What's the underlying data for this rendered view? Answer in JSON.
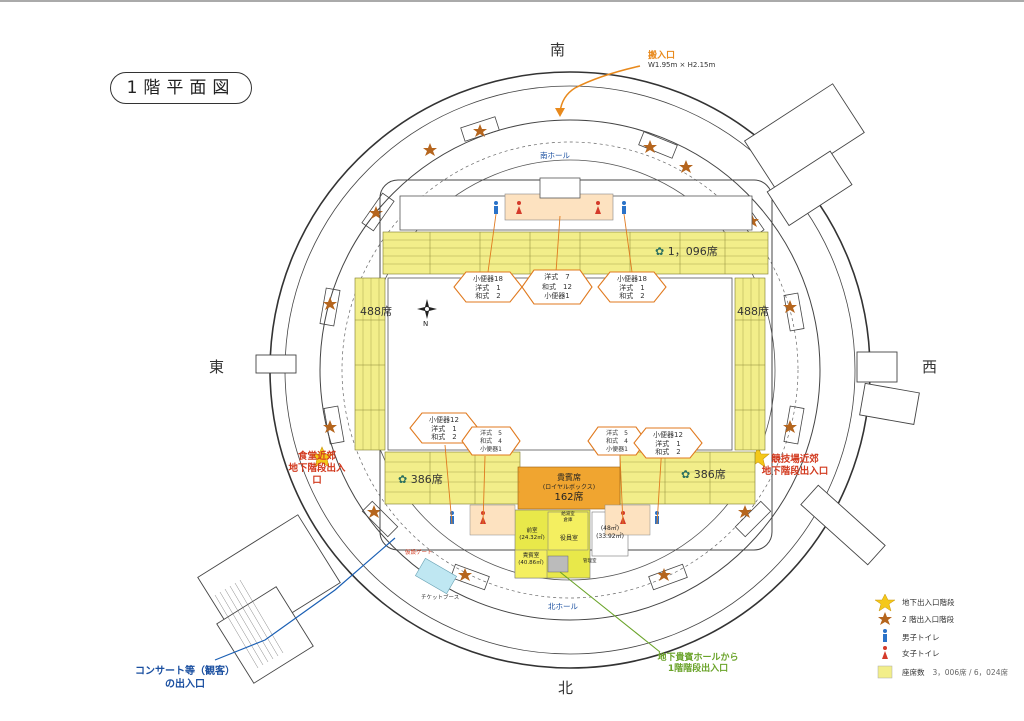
{
  "title": "1階平面図",
  "directions": {
    "south": "南",
    "north": "北",
    "east": "東",
    "west": "西"
  },
  "compass_label": "N",
  "entrance": {
    "label": "搬入口",
    "size": "W1.95m × H2.15m"
  },
  "south_hall": "南ホール",
  "north_hall": "北ホール",
  "seats": {
    "south": "1，096席",
    "east": "488席",
    "west": "488席",
    "north_east_side": "386席",
    "north_west_side": "386席",
    "vip": {
      "title": "貴賓席",
      "sub": "(ロイヤルボックス)",
      "count": "162席"
    }
  },
  "toilets": {
    "south_left": [
      "小便器18",
      "洋式　1",
      "和式　2"
    ],
    "south_center": [
      "洋式　7",
      "和式　12",
      "小便器1"
    ],
    "south_right": [
      "小便器18",
      "洋式　1",
      "和式　2"
    ],
    "north_left_men": [
      "小便器12",
      "洋式　1",
      "和式　2"
    ],
    "north_left_women": [
      "洋式　5",
      "和式　4",
      "小便器1"
    ],
    "north_right_women": [
      "洋式　5",
      "和式　4",
      "小便器1"
    ],
    "north_right_men": [
      "小便器12",
      "洋式　1",
      "和式　2"
    ]
  },
  "rooms": {
    "anteroom": [
      "前室",
      "(24.32㎡)"
    ],
    "officer": "役員室",
    "vip_room": [
      "貴賓室",
      "(40.86㎡)"
    ],
    "other": [
      "(48㎡)",
      "(33.92㎡)"
    ],
    "small_rooms": [
      "給湯室",
      "倉庫",
      "管理室"
    ]
  },
  "labels": {
    "dining_exit": [
      "食堂近郊",
      "地下階段出入口"
    ],
    "gym_exit": [
      "競技場近郊",
      "地下階段出入口"
    ],
    "concert_exit": [
      "コンサート等（観客）",
      "の出入口"
    ],
    "vip_hall_exit": [
      "地下貴賓ホールから",
      "1階階段出入口"
    ],
    "ticket_booth": "チケットブース",
    "barrier": "仮設ゲート"
  },
  "legend": [
    {
      "icon": "gold-star-icon",
      "label": "地下出入口階段"
    },
    {
      "icon": "brown-star-icon",
      "label": "2 階出入口階段"
    },
    {
      "icon": "male-icon",
      "label": "男子トイレ"
    },
    {
      "icon": "female-icon",
      "label": "女子トイレ"
    },
    {
      "icon": "seat-icon",
      "label": "座席数",
      "value": "3，006席 / 6，024席"
    }
  ],
  "colors": {
    "seat_yellow": "#f2ee8a",
    "vip_orange": "#f0a530",
    "room_green": "#e8e84a",
    "accent_red": "#d23a1f",
    "accent_blue": "#1a4fa0",
    "accent_green": "#6aa329",
    "entrance_orange": "#e8891c"
  }
}
